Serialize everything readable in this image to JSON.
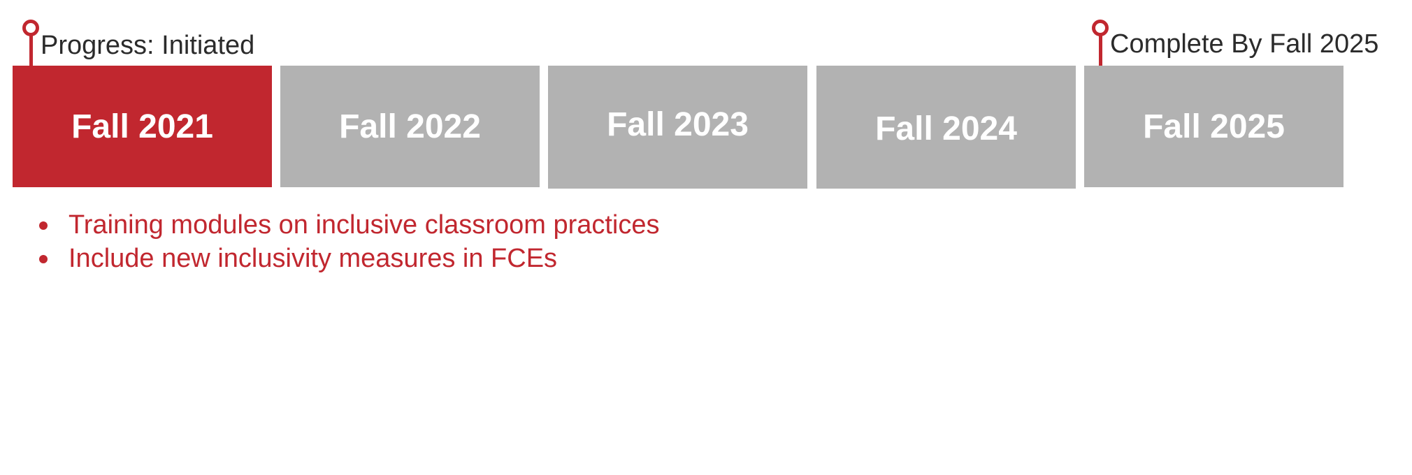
{
  "colors": {
    "accent": "#c1272f",
    "inactive": "#b2b2b2",
    "label_text": "#2b2b2b",
    "background": "#ffffff"
  },
  "markers": {
    "start": {
      "label": "Progress: Initiated",
      "icon": "map-pin-icon"
    },
    "end": {
      "label": "Complete By Fall 2025",
      "icon": "map-pin-icon"
    }
  },
  "timeline": {
    "years": [
      {
        "label": "Fall 2021",
        "status": "active"
      },
      {
        "label": "Fall 2022",
        "status": "inactive"
      },
      {
        "label": "Fall 2023",
        "status": "inactive"
      },
      {
        "label": "Fall 2024",
        "status": "inactive"
      },
      {
        "label": "Fall 2025",
        "status": "inactive"
      }
    ]
  },
  "bullets": [
    "Training modules on inclusive classroom practices",
    "Include new inclusivity measures in FCEs"
  ]
}
